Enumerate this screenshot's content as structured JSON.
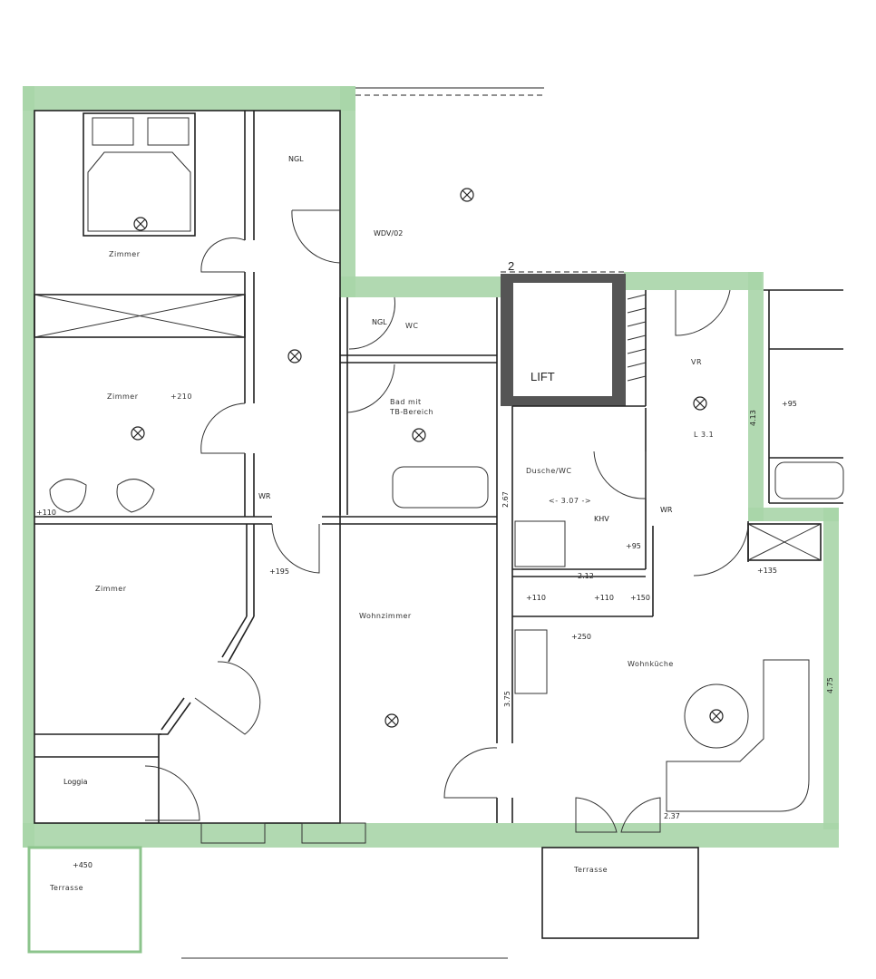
{
  "plan": {
    "wall_color": "#a8d5a8",
    "line_color": "#222222",
    "rooms": {
      "zimmer1": "Zimmer",
      "zimmer2": "Zimmer",
      "zimmer2_height": "+210",
      "zimmer3": "Zimmer",
      "wohnzimmer": "Wohnzimmer",
      "wc": "WC",
      "bad": "Bad mit",
      "bad_sub": "TB-Bereich",
      "lift": "LIFT",
      "dusche": "Dusche/WC",
      "dusche_area": "<- 3.07 ->",
      "vr": "VR",
      "vr_area": "L 3.1",
      "wohnkueche": "Wohnküche",
      "terrasse_left": "Terrasse",
      "terrasse_right": "Terrasse",
      "loggia": "Loggia"
    },
    "marks": {
      "stair_no": "2",
      "dim_267": "2.67",
      "dim_212": "2.12",
      "dim_475": "4.75",
      "dim_375": "3.75",
      "dim_413": "4.13",
      "dim_237": "2.37",
      "h135": "+135",
      "h195": "+195",
      "h250": "+250",
      "h110a": "+110",
      "h110b": "+110",
      "h150": "+150",
      "h95": "+95",
      "h95b": "+95",
      "h110c": "+110",
      "h450": "+450",
      "ngl": "NGL",
      "ngl2": "NGL",
      "wr": "WR",
      "wr2": "WR",
      "khv": "KHV",
      "wdv": "WDV/02"
    }
  }
}
